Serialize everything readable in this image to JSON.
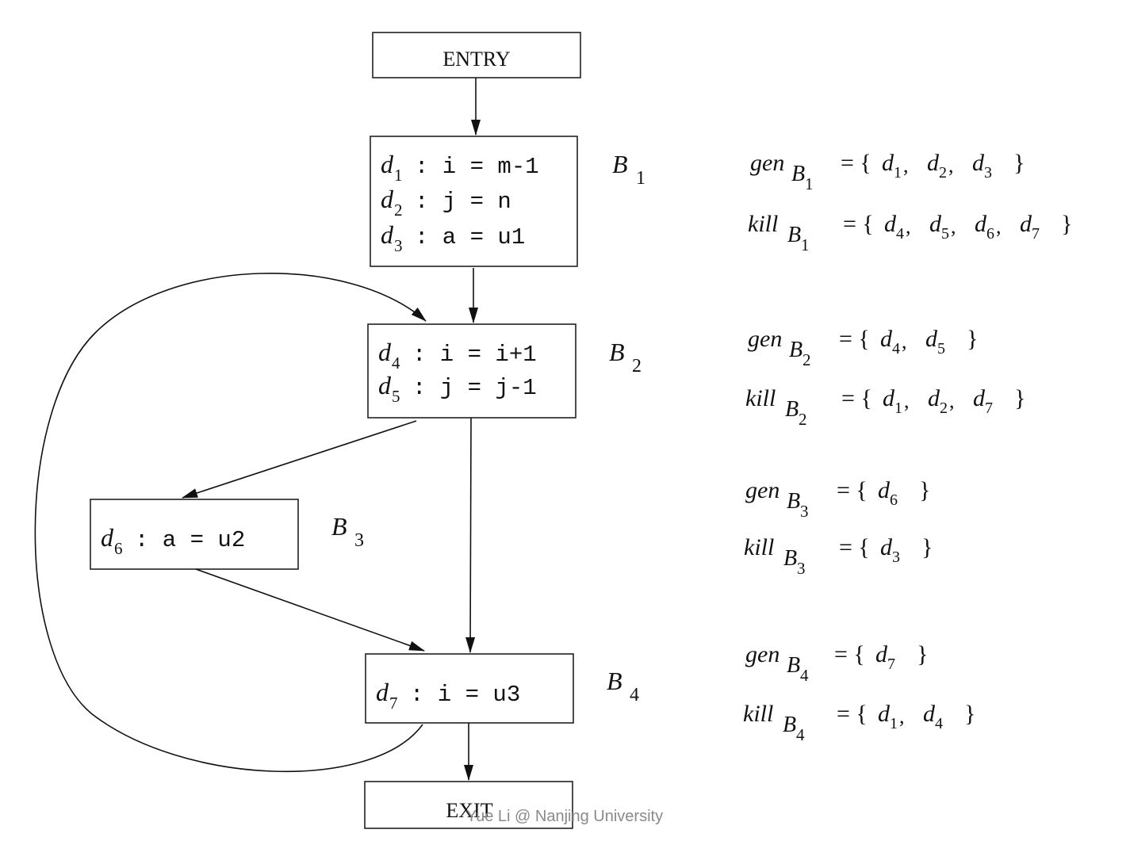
{
  "entry": {
    "label": "ENTRY"
  },
  "exit": {
    "label": "EXIT"
  },
  "blocks": [
    {
      "name": "B",
      "sub": "1",
      "stmts": [
        {
          "d": "d",
          "n": "1",
          "code": ": i = m-1"
        },
        {
          "d": "d",
          "n": "2",
          "code": ": j = n"
        },
        {
          "d": "d",
          "n": "3",
          "code": ": a = u1"
        }
      ]
    },
    {
      "name": "B",
      "sub": "2",
      "stmts": [
        {
          "d": "d",
          "n": "4",
          "code": ": i = i+1"
        },
        {
          "d": "d",
          "n": "5",
          "code": ": j = j-1"
        }
      ]
    },
    {
      "name": "B",
      "sub": "3",
      "stmts": [
        {
          "d": "d",
          "n": "6",
          "code": ": a = u2"
        }
      ]
    },
    {
      "name": "B",
      "sub": "4",
      "stmts": [
        {
          "d": "d",
          "n": "7",
          "code": ": i = u3"
        }
      ]
    }
  ],
  "sets": [
    {
      "gen_label": "gen",
      "gen_sub": "B",
      "gen_subsub": "1",
      "gen_value": [
        "1",
        "2",
        "3"
      ],
      "kill_label": "kill",
      "kill_sub": "B",
      "kill_subsub": "1",
      "kill_value": [
        "4",
        "5",
        "6",
        "7"
      ]
    },
    {
      "gen_label": "gen",
      "gen_sub": "B",
      "gen_subsub": "2",
      "gen_value": [
        "4",
        "5"
      ],
      "kill_label": "kill",
      "kill_sub": "B",
      "kill_subsub": "2",
      "kill_value": [
        "1",
        "2",
        "7"
      ]
    },
    {
      "gen_label": "gen",
      "gen_sub": "B",
      "gen_subsub": "3",
      "gen_value": [
        "6"
      ],
      "kill_label": "kill",
      "kill_sub": "B",
      "kill_subsub": "3",
      "kill_value": [
        "3"
      ]
    },
    {
      "gen_label": "gen",
      "gen_sub": "B",
      "gen_subsub": "4",
      "gen_value": [
        "7"
      ],
      "kill_label": "kill",
      "kill_sub": "B",
      "kill_subsub": "4",
      "kill_value": [
        "1",
        "4"
      ]
    }
  ],
  "set_prefix": "= {",
  "set_suffix": "}",
  "set_elem": "d",
  "watermark": "Yue Li @ Nanjing University"
}
